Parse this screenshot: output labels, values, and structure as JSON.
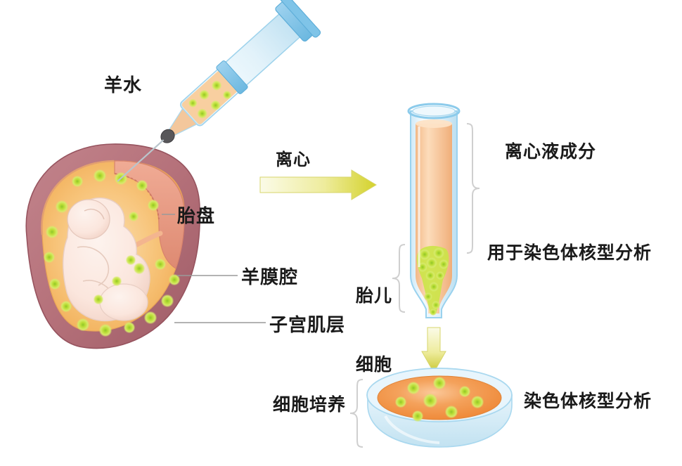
{
  "diagram": {
    "title_text": "",
    "background_color": "#ffffff"
  },
  "labels": {
    "amniotic_fluid": "羊水",
    "placenta": "胎盘",
    "amniotic_cavity": "羊膜腔",
    "myometrium": "子宫肌层",
    "centrifuge": "离心",
    "supernatant": "离心液成分",
    "karyotype_use": "用于染色体核型分析",
    "fetal_cells_line1": "胎儿",
    "fetal_cells_line2": "细胞",
    "cell_culture": "细胞培养",
    "karyotype_analysis": "染色体核型分析"
  },
  "colors": {
    "myometrium": "#b5717a",
    "myometrium_dark": "#a4616c",
    "placenta": "#e89b85",
    "placenta_edge": "#dd8a74",
    "amniotic_fluid": "#f6b96a",
    "amniotic_fluid_light": "#fad9a6",
    "fetus": "#fbe6de",
    "fetus_line": "#e9cfc4",
    "cell_green": "#c2e13a",
    "cell_core": "#7fbf1f",
    "syringe_blue": "#7fc4e8",
    "syringe_glass": "#dff1fb",
    "tube_glass": "#a9d8ef",
    "tube_liquid": "#f8c79a",
    "dish_glass": "#cfe9f5",
    "dish_medium": "#f08c3c",
    "arrow_yellow": "#e5e36a",
    "arrow_yellow_dark": "#c9c72f",
    "leader_line": "#9a9a9a",
    "bracket": "#cfcfcf",
    "text": "#1a1a1a"
  },
  "elements": {
    "syringe": {
      "name": "syringe",
      "angle_deg": 45,
      "contains_cells": 6
    },
    "uterus": {
      "name": "uterus-cross-section",
      "cells_in_fluid": 22
    },
    "test_tube": {
      "name": "centrifuge-tube",
      "pellet_cells": 16
    },
    "petri_dish": {
      "name": "petri-dish",
      "cells": 8
    },
    "arrow_horizontal": {
      "name": "centrifuge-arrow",
      "direction": "right"
    },
    "arrow_vertical": {
      "name": "culture-arrow",
      "direction": "down"
    }
  }
}
